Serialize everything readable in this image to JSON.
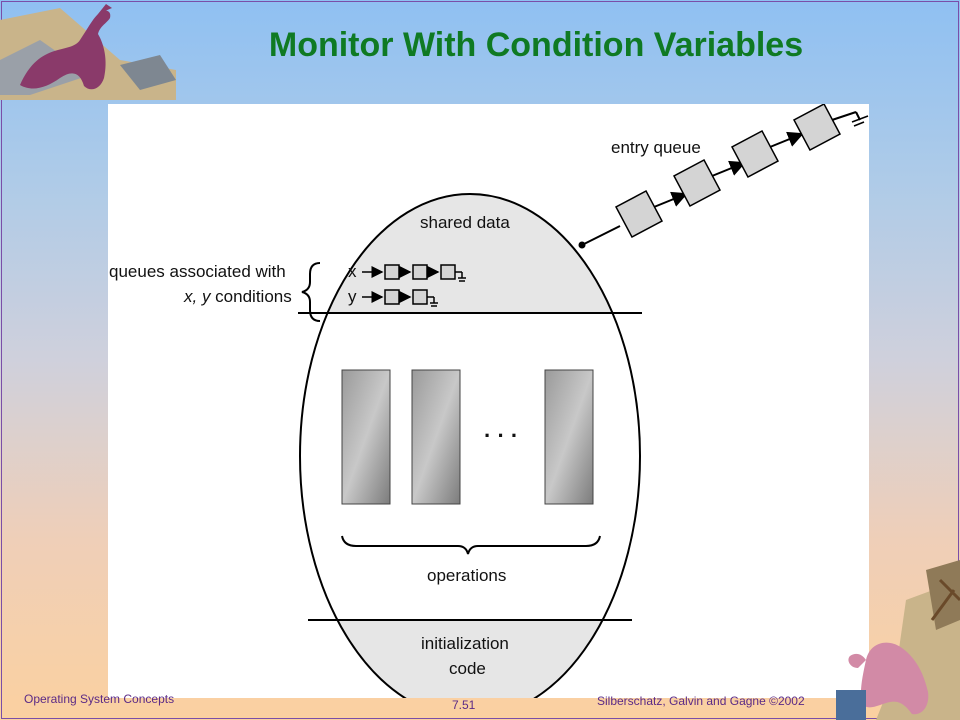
{
  "slide": {
    "title": "Monitor With Condition Variables"
  },
  "diagram": {
    "entry_queue_label": "entry queue",
    "shared_data_label": "shared data",
    "queues_label_line1": "queues associated with",
    "queues_label_vars": "x, y",
    "queues_label_rest": " conditions",
    "cond_x_label": "x",
    "cond_y_label": "y",
    "ellipsis": "· · ·",
    "operations_label": "operations",
    "init_code_line1": "initialization",
    "init_code_line2": "code"
  },
  "footer": {
    "left": "Operating System Concepts",
    "center": "7.51",
    "right": "Silberschatz, Galvin and  Gagne ©2002"
  },
  "colors": {
    "title": "#0f7a23",
    "footer_text": "#5b2a86",
    "section_fill": "#e6e6e6",
    "queue_box_fill": "#d4d4d4"
  },
  "icons": [
    "dinosaur-illustration-top",
    "dinosaur-illustration-bottom"
  ]
}
